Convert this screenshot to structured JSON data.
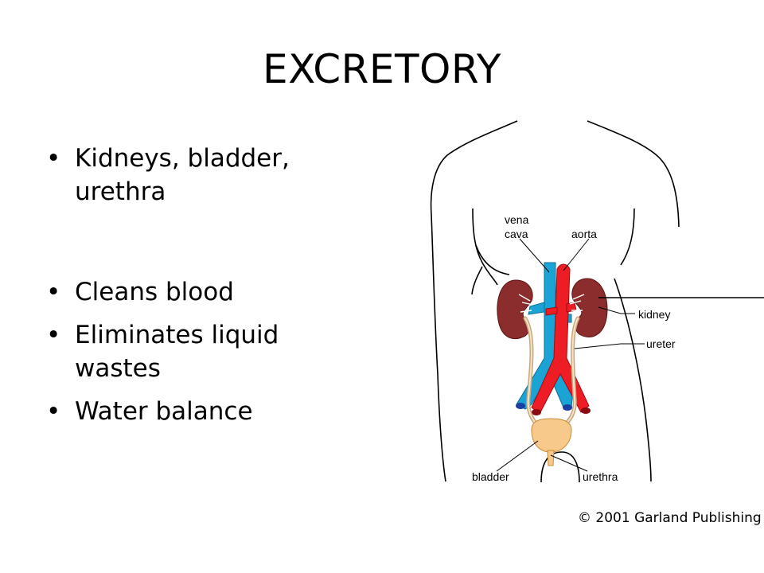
{
  "slide": {
    "title": "EXCRETORY",
    "bullets": [
      {
        "line1": "Kidneys, bladder,",
        "line2": "urethra"
      },
      {
        "line1": "Cleans blood",
        "line2": ""
      },
      {
        "line1": "Eliminates liquid",
        "line2": "wastes"
      },
      {
        "line1": "Water balance",
        "line2": ""
      }
    ]
  },
  "diagram": {
    "labels": {
      "vena_cava_1": "vena",
      "vena_cava_2": "cava",
      "aorta": "aorta",
      "kidney": "kidney",
      "ureter": "ureter",
      "bladder": "bladder",
      "urethra": "urethra"
    },
    "copyright": "© 2001 Garland Publishing",
    "colors": {
      "vena_cava": "#1aa3d4",
      "aorta": "#ee1c24",
      "kidney": "#8b2d2d",
      "ureter": "#e8c9a0",
      "bladder": "#f7c98b"
    }
  }
}
